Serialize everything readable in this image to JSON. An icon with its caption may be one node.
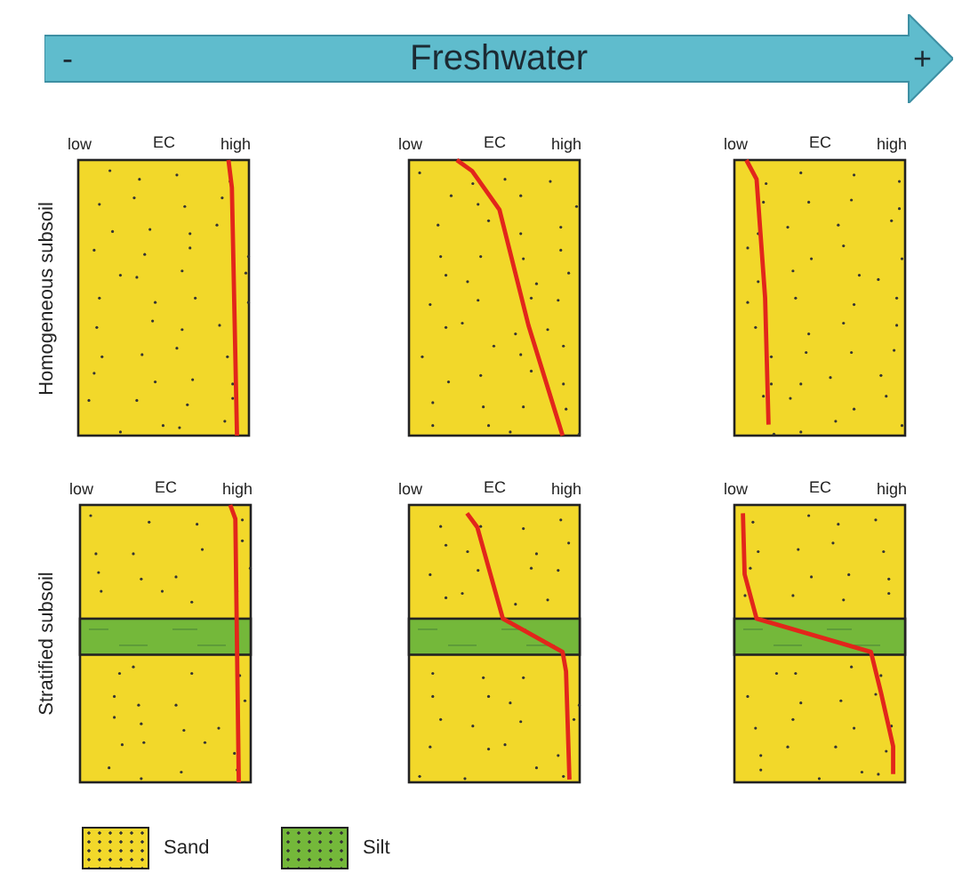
{
  "diagram": {
    "nodes": [
      {
        "text": [
          "-",
          "Freshwater",
          "+"
        ]
      }
    ],
    "labels": [
      "low",
      "EC",
      "high",
      "low",
      "EC",
      "high",
      "low",
      "EC",
      "high",
      "Homogeneous subsoil",
      "low",
      "EC",
      "high",
      "low",
      "EC",
      "high",
      "low",
      "EC",
      "high",
      "Stratified subsoil"
    ],
    "legend": [
      {
        "text": "Sand",
        "color": "#f2d82a"
      },
      {
        "text": "Silt",
        "color": "#74b83a"
      }
    ]
  }
}
